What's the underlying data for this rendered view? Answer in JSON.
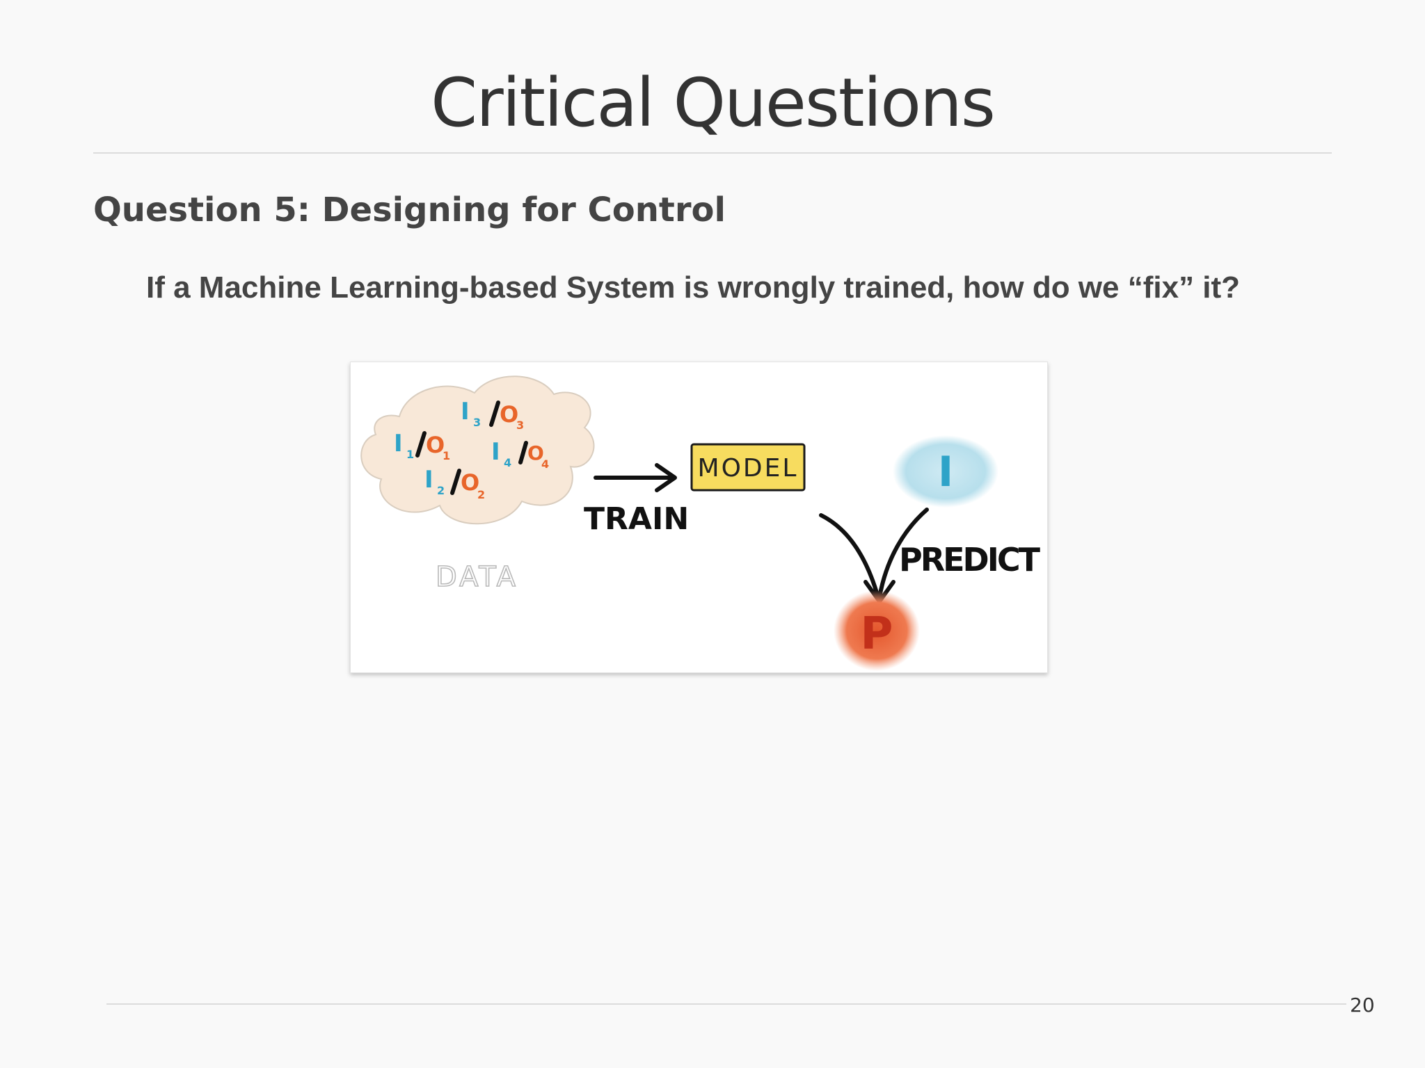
{
  "slide": {
    "title": "Critical Questions",
    "subheading": "Question 5: Designing for Control",
    "question": "If a Machine Learning-based System is wrongly trained, how do we “fix” it?",
    "page_number": "20"
  },
  "figure": {
    "cloud_pairs": [
      {
        "input": "I",
        "input_sub": "3",
        "output": "O",
        "output_sub": "3"
      },
      {
        "input": "I",
        "input_sub": "1",
        "output": "O",
        "output_sub": "1"
      },
      {
        "input": "I",
        "input_sub": "4",
        "output": "O",
        "output_sub": "4"
      },
      {
        "input": "I",
        "input_sub": "2",
        "output": "O",
        "output_sub": "2"
      }
    ],
    "data_label": "DATA",
    "train_label": "TRAIN",
    "model_label": "MODEL",
    "input_label": "I",
    "predict_label": "PREDICT",
    "prediction_label": "P",
    "colors": {
      "input": "#2ea3c8",
      "output": "#e8652a",
      "cloud_fill": "#f8e8d8",
      "model_fill": "#f7dc5f",
      "input_blob": "#bfe3ef",
      "prediction_blob": "#ec6a3f",
      "ink": "#111111",
      "data_label": "#b9b9b9"
    }
  }
}
